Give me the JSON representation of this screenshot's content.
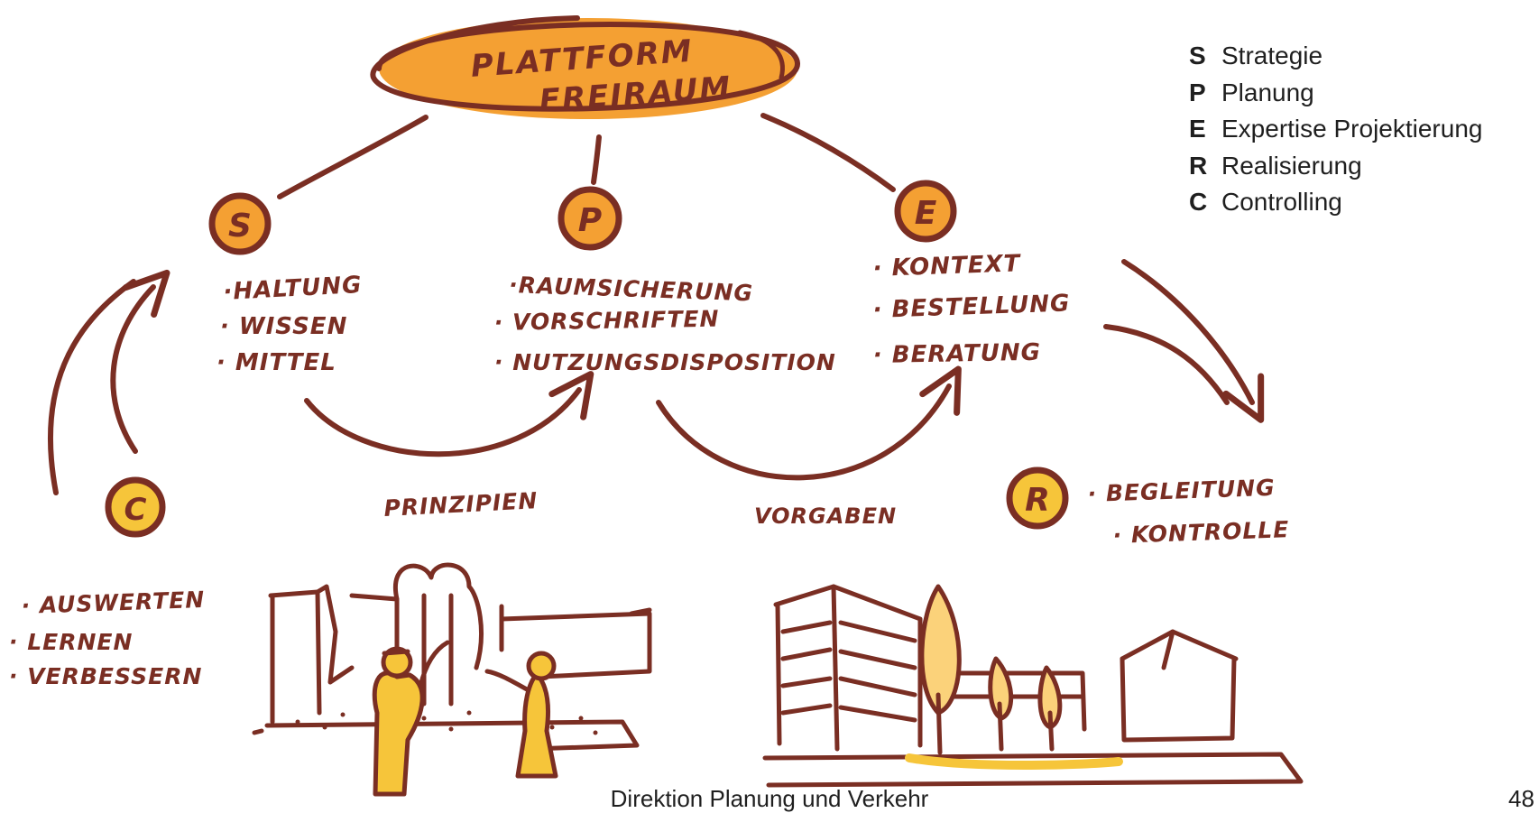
{
  "title": {
    "line1": "PLATTFORM",
    "line2": "FREIRAUM"
  },
  "nodes": {
    "s": {
      "letter": "S",
      "items": [
        "·HALTUNG",
        "· WISSEN",
        "· MITTEL"
      ]
    },
    "p": {
      "letter": "P",
      "items": [
        "·RAUMSICHERUNG",
        "· VORSCHRIFTEN",
        "· NUTZUNGSDISPOSITION"
      ]
    },
    "e": {
      "letter": "E",
      "items": [
        "· KONTEXT",
        "· BESTELLUNG",
        "· BERATUNG"
      ]
    },
    "r": {
      "letter": "R",
      "items": [
        "· BEGLEITUNG",
        "· KONTROLLE"
      ]
    },
    "c": {
      "letter": "C",
      "items": [
        "· AUSWERTEN",
        "· LERNEN",
        "· VERBESSERN"
      ]
    }
  },
  "flows": {
    "s_to_p": "PRINZIPIEN",
    "p_to_e": "VORGABEN"
  },
  "legend": [
    {
      "key": "S",
      "label": "Strategie"
    },
    {
      "key": "P",
      "label": "Planung"
    },
    {
      "key": "E",
      "label": "Expertise Projektierung"
    },
    {
      "key": "R",
      "label": "Realisierung"
    },
    {
      "key": "C",
      "label": "Controlling"
    }
  ],
  "footer": {
    "text": "Direktion Planung und Verkehr",
    "page": "48"
  },
  "colors": {
    "ink": "#7a2e23",
    "orange": "#f4a033",
    "yellow": "#f6c53a",
    "light_fill": "#fbd27a"
  }
}
